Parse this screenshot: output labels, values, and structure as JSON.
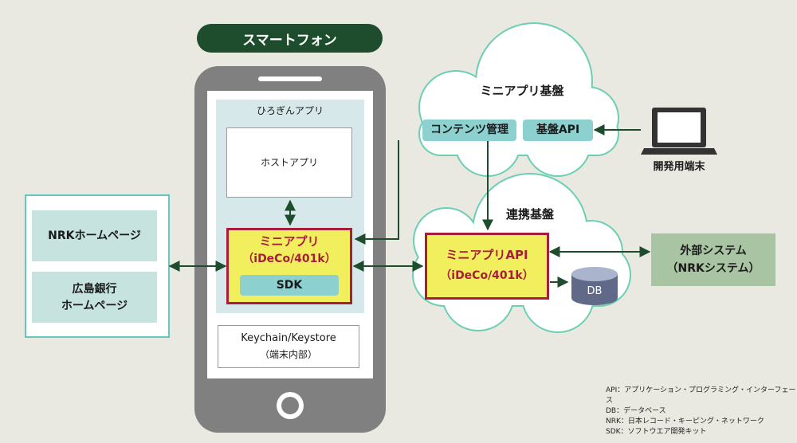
{
  "smartphone": {
    "title": "スマートフォン",
    "app_label": "ひろぎんアプリ",
    "host_app": "ホストアプリ",
    "mini_app": {
      "line1": "ミニアプリ",
      "line2": "（iDeCo/401k）"
    },
    "sdk": "SDK",
    "keychain": {
      "line1": "Keychain/Keystore",
      "line2": "（端末内部）"
    }
  },
  "left_panel": {
    "nrk_home": "NRKホームページ",
    "bank_home": {
      "line1": "広島銀行",
      "line2": "ホームページ"
    }
  },
  "mini_app_platform": {
    "title": "ミニアプリ基盤",
    "contents_mgmt": "コンテンツ管理",
    "platform_api": "基盤API"
  },
  "dev_terminal": "開発用端末",
  "integration_platform": {
    "title": "連携基盤",
    "api_box": {
      "line1": "ミニアプリAPI",
      "line2": "（iDeCo/401k）"
    },
    "db": "DB"
  },
  "external_system": {
    "line1": "外部システム",
    "line2": "（NRKシステム）"
  },
  "legend": [
    "API：アプリケーション・プログラミング・インターフェース",
    "DB：データベース",
    "NRK：日本レコード・キーピング・ネットワーク",
    "SDK：ソフトウエア開発キット"
  ],
  "colors": {
    "background": "#e9e9e2",
    "phone_body": "#808080",
    "dark_green": "#1d4d2c",
    "teal": "#8cd0cf",
    "highlight_yellow": "#f2ef5e",
    "highlight_border": "#a81d3c",
    "cloud_outline": "#6ccfb2",
    "external_green": "#a9c4a2"
  }
}
